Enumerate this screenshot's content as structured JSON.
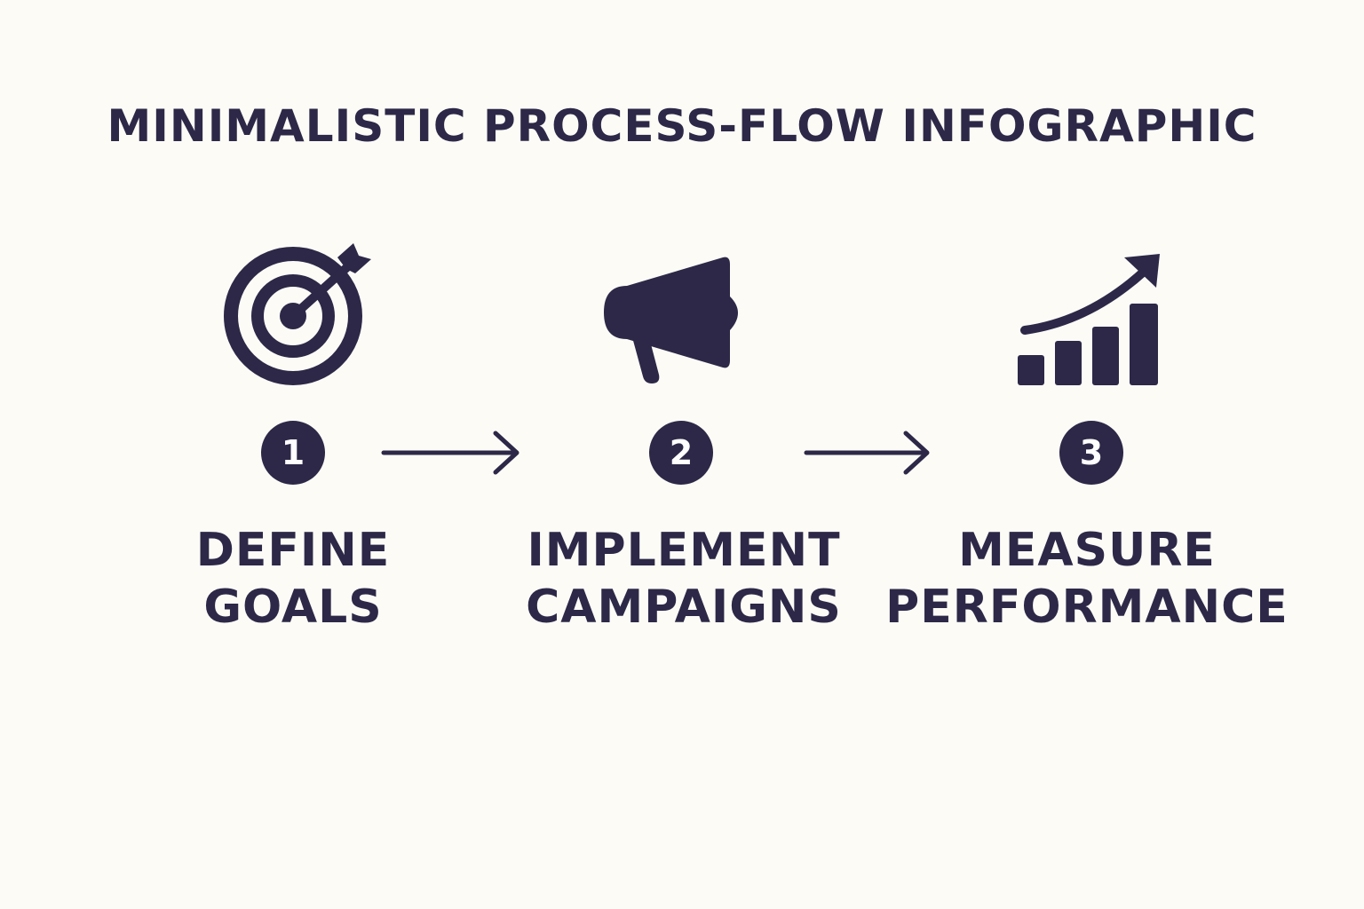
{
  "title": "MINIMALISTIC PROCESS-FLOW INFOGRAPHIC",
  "colors": {
    "background": "#fcfbf6",
    "ink": "#2d2847",
    "badge_text": "#ffffff"
  },
  "steps": [
    {
      "number": "1",
      "icon": "target-icon",
      "label_lines": [
        "DEFINE",
        "GOALS"
      ]
    },
    {
      "number": "2",
      "icon": "megaphone-icon",
      "label_lines": [
        "IMPLEMENT",
        "CAMPAIGNS"
      ]
    },
    {
      "number": "3",
      "icon": "growth-chart-icon",
      "label_lines": [
        "MEASURE",
        "PERFORMANCE"
      ]
    }
  ],
  "connectors": [
    "arrow-right-icon",
    "arrow-right-icon"
  ]
}
